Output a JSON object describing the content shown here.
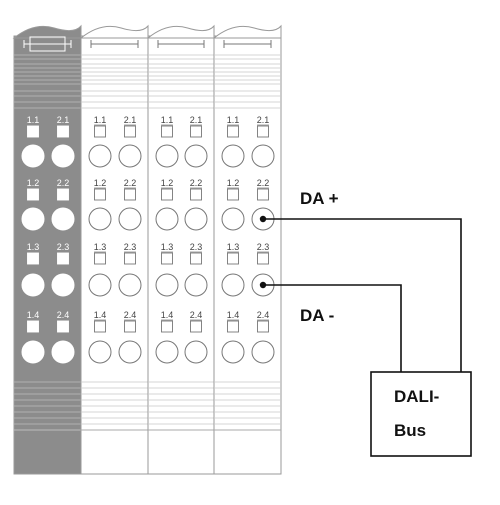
{
  "diagram": {
    "modules": [
      {
        "id": "m0",
        "style": "dark",
        "rows": [
          {
            "left": "1.1",
            "right": "2.1"
          },
          {
            "left": "1.2",
            "right": "2.2"
          },
          {
            "left": "1.3",
            "right": "2.3"
          },
          {
            "left": "1.4",
            "right": "2.4"
          }
        ]
      },
      {
        "id": "m1",
        "style": "light",
        "rows": [
          {
            "left": "1.1",
            "right": "2.1"
          },
          {
            "left": "1.2",
            "right": "2.2"
          },
          {
            "left": "1.3",
            "right": "2.3"
          },
          {
            "left": "1.4",
            "right": "2.4"
          }
        ]
      },
      {
        "id": "m2",
        "style": "light",
        "rows": [
          {
            "left": "1.1",
            "right": "2.1"
          },
          {
            "left": "1.2",
            "right": "2.2"
          },
          {
            "left": "1.3",
            "right": "2.3"
          },
          {
            "left": "1.4",
            "right": "2.4"
          }
        ]
      },
      {
        "id": "m3",
        "style": "light",
        "rows": [
          {
            "left": "1.1",
            "right": "2.1"
          },
          {
            "left": "1.2",
            "right": "2.2"
          },
          {
            "left": "1.3",
            "right": "2.3"
          },
          {
            "left": "1.4",
            "right": "2.4"
          }
        ]
      }
    ],
    "signals": {
      "positive": "DA +",
      "negative": "DA -"
    },
    "bus_box": {
      "line1": "DALI-",
      "line2": "Bus"
    },
    "colors": {
      "dark_module": "#8c8c8c",
      "light_module": "#ffffff",
      "outline": "#9a9a9a",
      "wire": "#111111",
      "terminal_dark_fill": "#ffffff"
    }
  }
}
